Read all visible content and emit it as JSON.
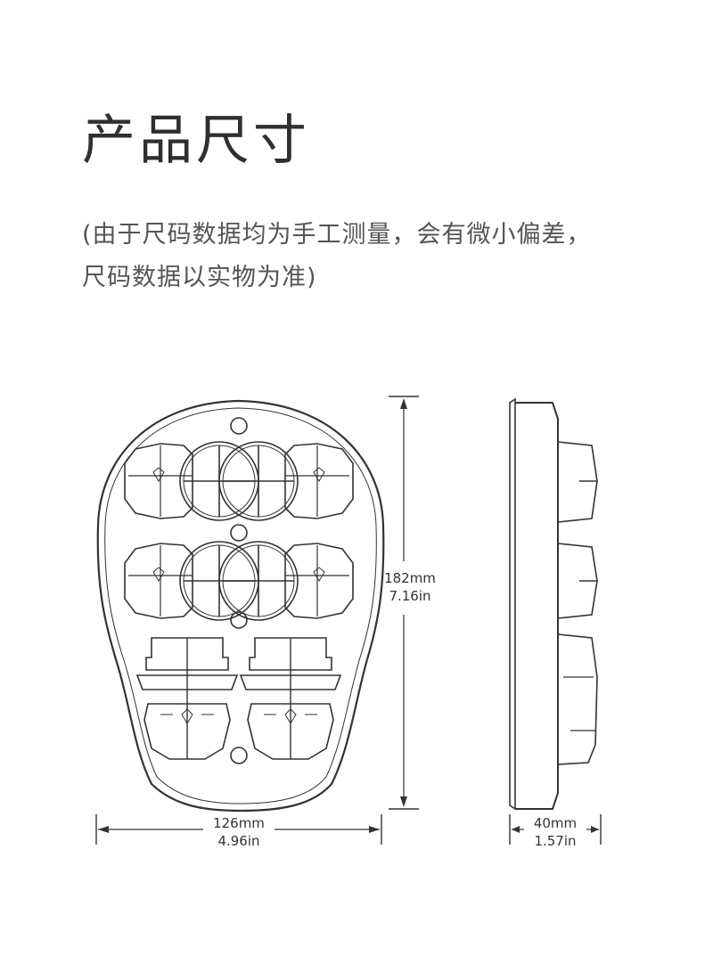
{
  "header": {
    "title": "产品尺寸",
    "note_line1": "(由于尺码数据均为手工测量，会有微小偏差，",
    "note_line2": "尺码数据以实物为准)"
  },
  "dimensions": {
    "height_mm": "182mm",
    "height_in": "7.16in",
    "width_mm": "126mm",
    "width_in": "4.96in",
    "depth_mm": "40mm",
    "depth_in": "1.57in"
  },
  "colors": {
    "line": "#333333",
    "text": "#333333"
  }
}
